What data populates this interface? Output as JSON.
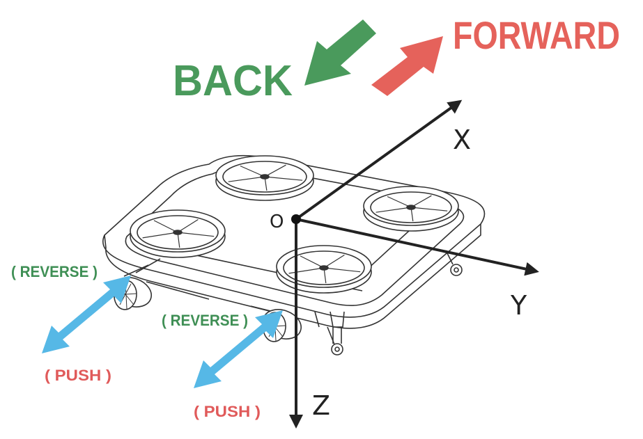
{
  "labels": {
    "forward": "FORWARD",
    "back": "BACK",
    "reverse": "( REVERSE )",
    "push": "( PUSH )"
  },
  "axes": {
    "origin": "O",
    "x": "X",
    "y": "Y",
    "z": "Z"
  },
  "colors": {
    "forward": "#e5625b",
    "back": "#4a9a5c",
    "reverse": "#3f8f55",
    "push": "#e05a5a",
    "thrust_arrow": "#56b8e6",
    "axis": "#222222",
    "drawing": "#333333"
  }
}
